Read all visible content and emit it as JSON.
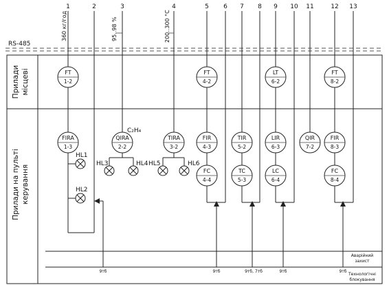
{
  "bus_label": "RS-485",
  "side_labels": {
    "local": [
      "Прилади",
      "місцеві"
    ],
    "panel": [
      "Прилади на пульті",
      "керування"
    ]
  },
  "column_numbers": [
    "1",
    "2",
    "3",
    "4",
    "5",
    "6",
    "7",
    "8",
    "9",
    "10",
    "11",
    "12",
    "13"
  ],
  "ranges": {
    "r1": "360 кг/год",
    "r3": "95..98 %",
    "r4": "200..300 °С"
  },
  "substance": "С₂Н₄",
  "local_instruments": [
    {
      "top": "FT",
      "bottom": "1-2"
    },
    {
      "top": "FT",
      "bottom": "4-2"
    },
    {
      "top": "LT",
      "bottom": "6-2"
    },
    {
      "top": "FT",
      "bottom": "8-2"
    }
  ],
  "panel_instruments": [
    {
      "top": "FIRA",
      "bottom": "1-3"
    },
    {
      "top": "QIRA",
      "bottom": "2-2"
    },
    {
      "top": "TIRA",
      "bottom": "3-2"
    },
    {
      "top": "FIR",
      "bottom": "4-3"
    },
    {
      "top": "TIR",
      "bottom": "5-2"
    },
    {
      "top": "LIR",
      "bottom": "6-3"
    },
    {
      "top": "QIR",
      "bottom": "7-2"
    },
    {
      "top": "FIR",
      "bottom": "8-3"
    }
  ],
  "controllers": [
    {
      "top": "FC",
      "bottom": "4-4"
    },
    {
      "top": "TC",
      "bottom": "5-3"
    },
    {
      "top": "LC",
      "bottom": "6-4"
    },
    {
      "top": "FC",
      "bottom": "8-4"
    }
  ],
  "lamps": [
    "HL1",
    "HL2",
    "HL3",
    "HL4",
    "HL5",
    "HL6"
  ],
  "bottom_lines": {
    "emergency": [
      "Аварійний",
      "захист"
    ],
    "interlock": [
      "Технологічні",
      "блокування"
    ]
  },
  "refs": [
    "9тб",
    "9тб",
    "9тб, 7тб",
    "9тб",
    "9тб"
  ]
}
